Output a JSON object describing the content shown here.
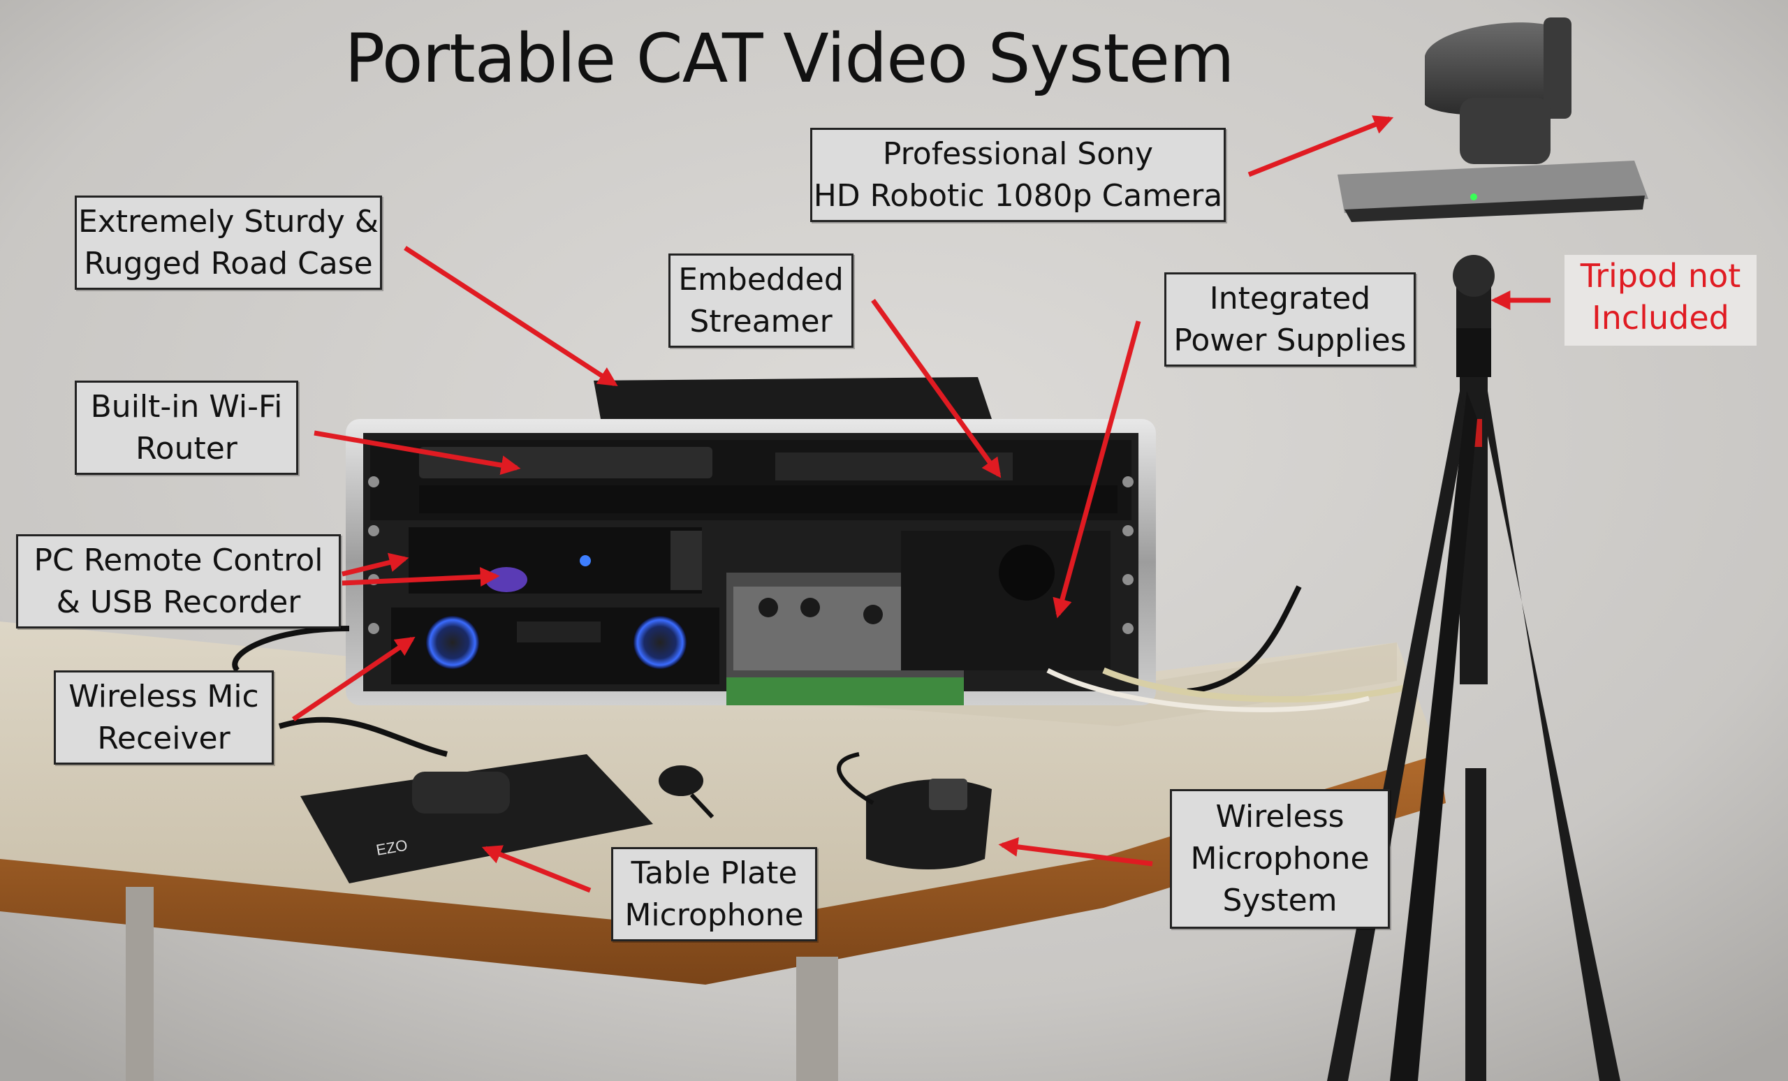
{
  "title": "Portable CAT Video System",
  "labels": {
    "camera": [
      "Professional Sony",
      "HD Robotic 1080p Camera"
    ],
    "road_case": [
      "Extremely Sturdy &",
      "Rugged Road Case"
    ],
    "streamer": [
      "Embedded",
      "Streamer"
    ],
    "power": [
      "Integrated",
      "Power Supplies"
    ],
    "tripod": [
      "Tripod not",
      "Included"
    ],
    "wifi": [
      "Built-in Wi-Fi",
      "Router"
    ],
    "pc": [
      "PC Remote Control",
      "& USB Recorder"
    ],
    "mic_receiver": [
      "Wireless Mic",
      "Receiver"
    ],
    "table_mic": [
      "Table Plate",
      "Microphone"
    ],
    "wireless_mic": [
      "Wireless",
      "Microphone",
      "System"
    ]
  },
  "colors": {
    "arrow": "#e01b22",
    "tripod_text": "#e01b22",
    "label_bg": "#dcdcdc",
    "label_border": "#222222"
  }
}
